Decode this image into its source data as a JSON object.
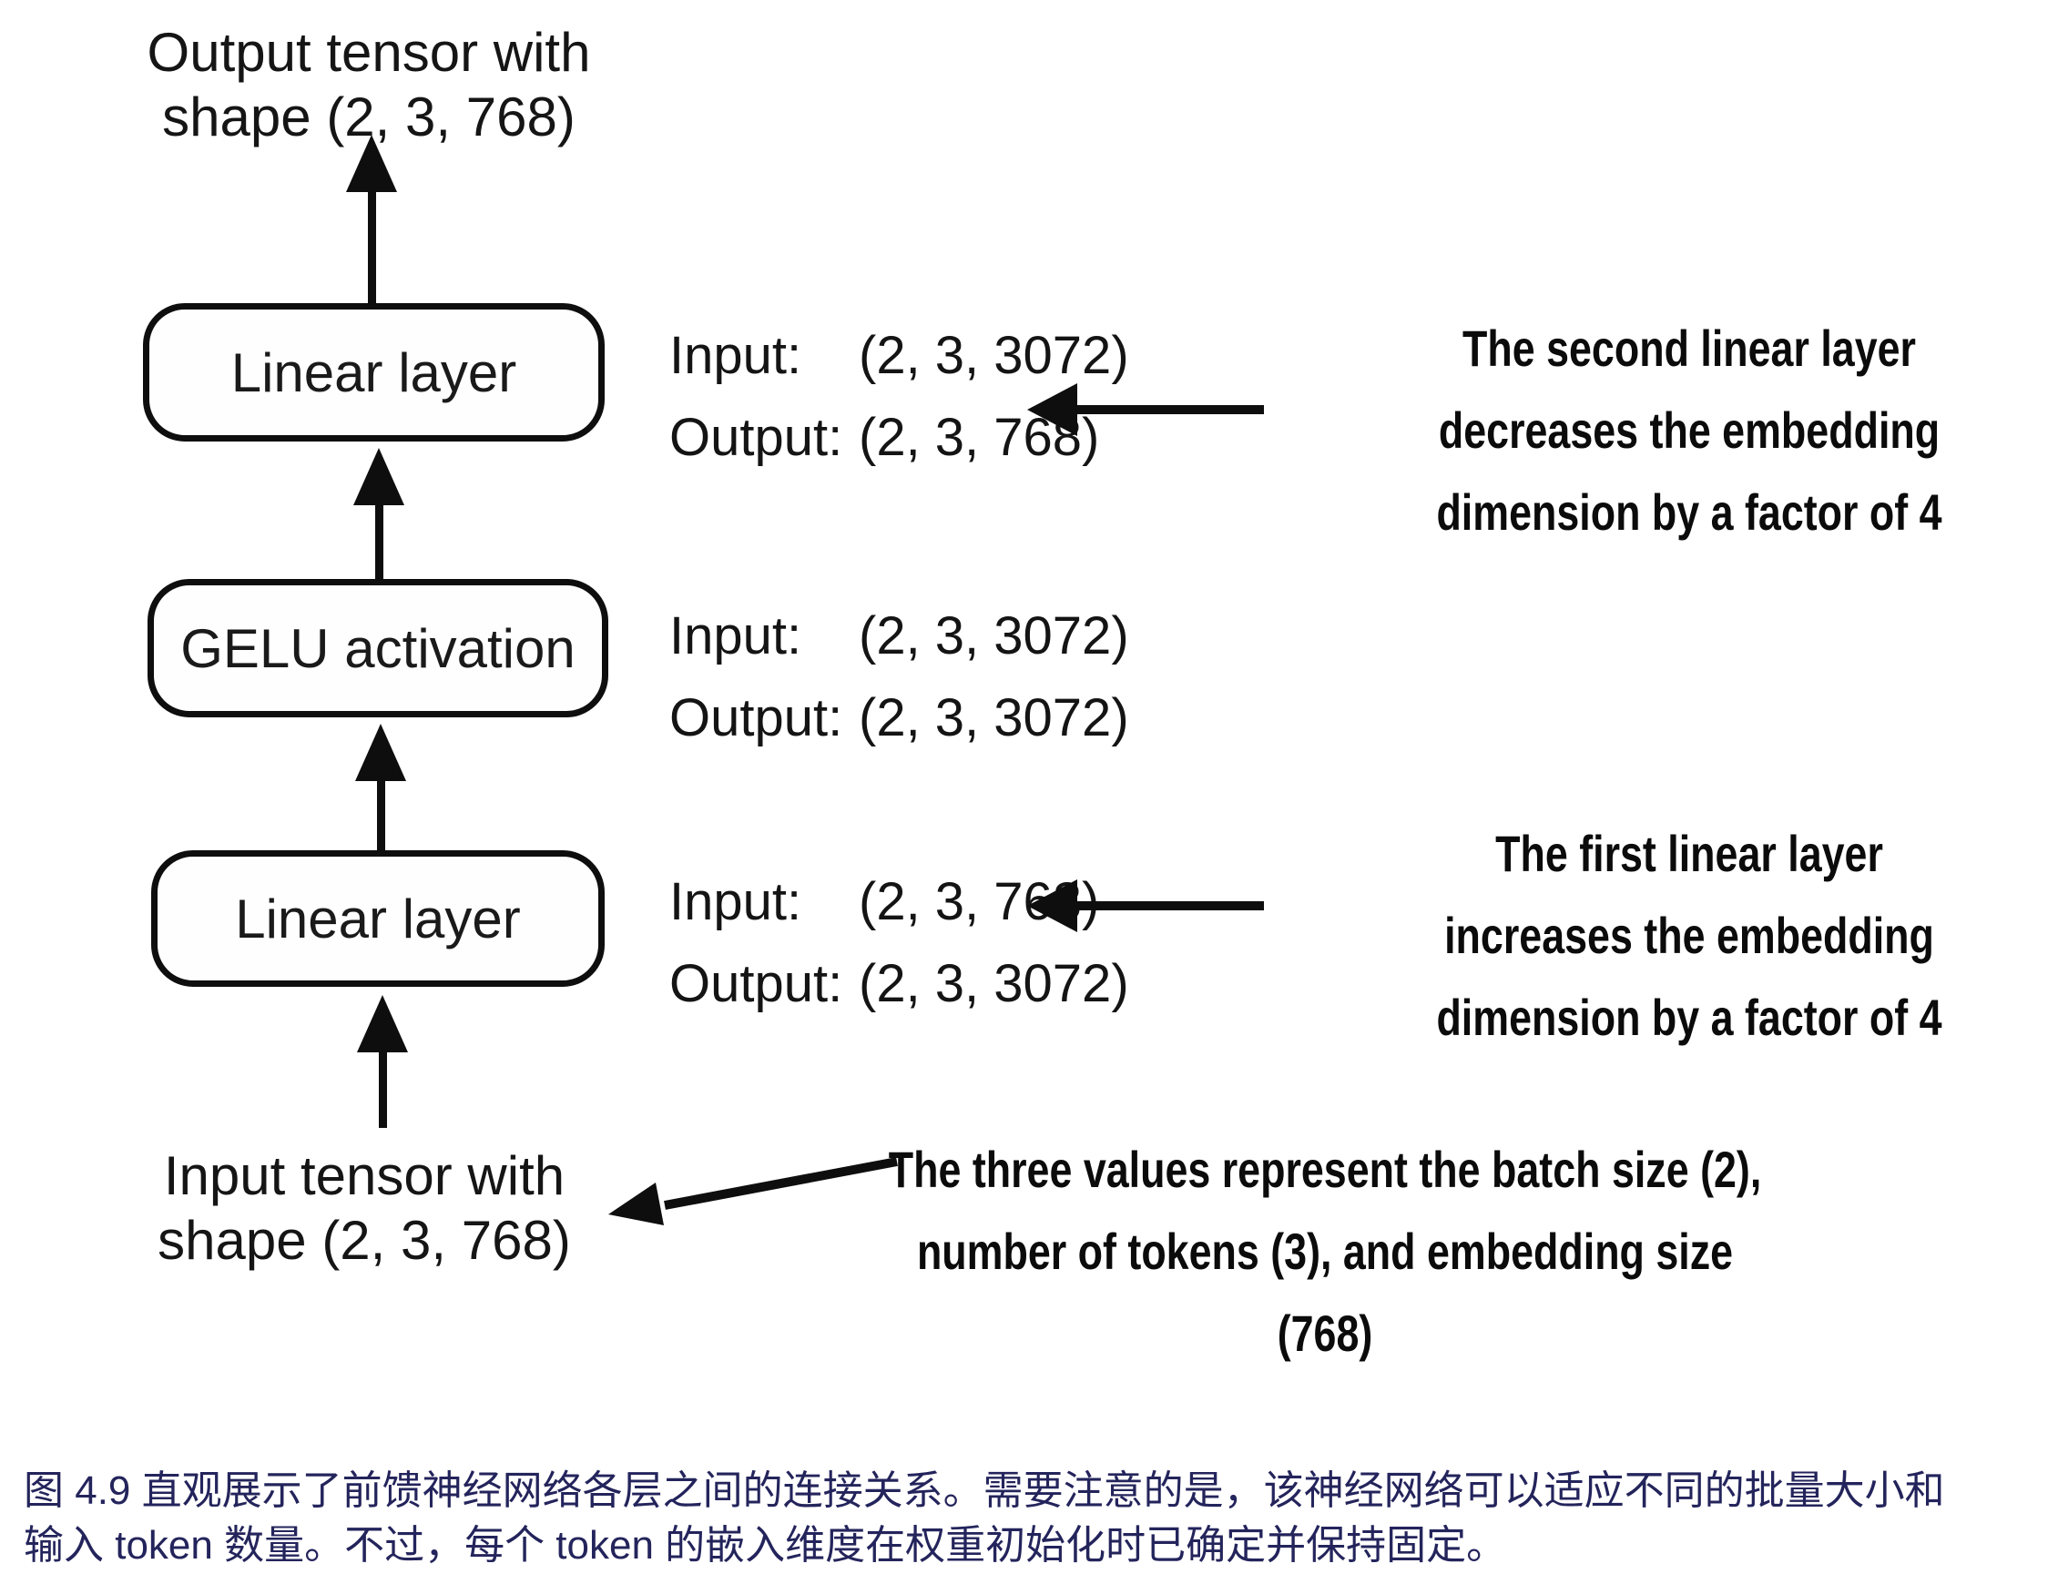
{
  "diagram": {
    "output_label": [
      "Output tensor with",
      "shape (2, 3, 768)"
    ],
    "input_label": [
      "Input tensor with",
      "shape (2, 3, 768)"
    ],
    "io_input_label": "Input:",
    "io_output_label": "Output:",
    "layers": [
      {
        "name": "Linear layer",
        "input": "(2, 3, 3072)",
        "output": "(2, 3, 768)"
      },
      {
        "name": "GELU activation",
        "input": "(2, 3, 3072)",
        "output": "(2, 3, 3072)"
      },
      {
        "name": "Linear layer",
        "input": "(2, 3, 768)",
        "output": "(2, 3, 3072)"
      }
    ],
    "annotations": {
      "second_linear": [
        "The second linear layer",
        "decreases the embedding",
        "dimension by a factor of 4"
      ],
      "first_linear": [
        "The first linear layer",
        "increases the embedding",
        "dimension by a factor of 4"
      ],
      "tensor_values": [
        "The three values represent the batch size (2),",
        "number of tokens (3), and embedding size",
        "(768)"
      ]
    }
  },
  "caption": {
    "line1": "图 4.9 直观展示了前馈神经网络各层之间的连接关系。需要注意的是，该神经网络可以适应不同的批量大小和",
    "line2": "输入 token 数量。不过，每个 token 的嵌入维度在权重初始化时已确定并保持固定。"
  },
  "colors": {
    "ink": "#0e0e0e",
    "caption_text": "#24245c"
  }
}
